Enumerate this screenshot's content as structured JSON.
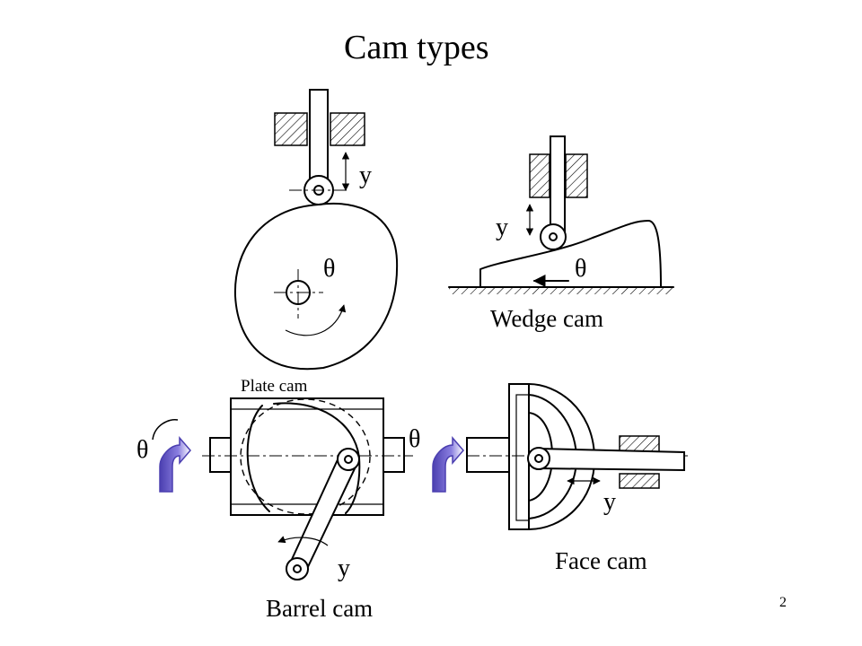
{
  "title": "Cam types",
  "labels": {
    "plate_y": "y",
    "plate_theta": "θ",
    "plate_caption": "Plate cam",
    "wedge_y": "y",
    "wedge_theta": "θ",
    "wedge_caption": "Wedge cam",
    "barrel_theta": "θ",
    "barrel_y": "y",
    "barrel_caption": "Barrel cam",
    "face_theta": "θ",
    "face_y": "y",
    "face_caption": "Face cam"
  },
  "page_number": "2",
  "colors": {
    "ink": "#000000",
    "background": "#ffffff",
    "rotation_arrow_fill": "#6a5acd"
  }
}
